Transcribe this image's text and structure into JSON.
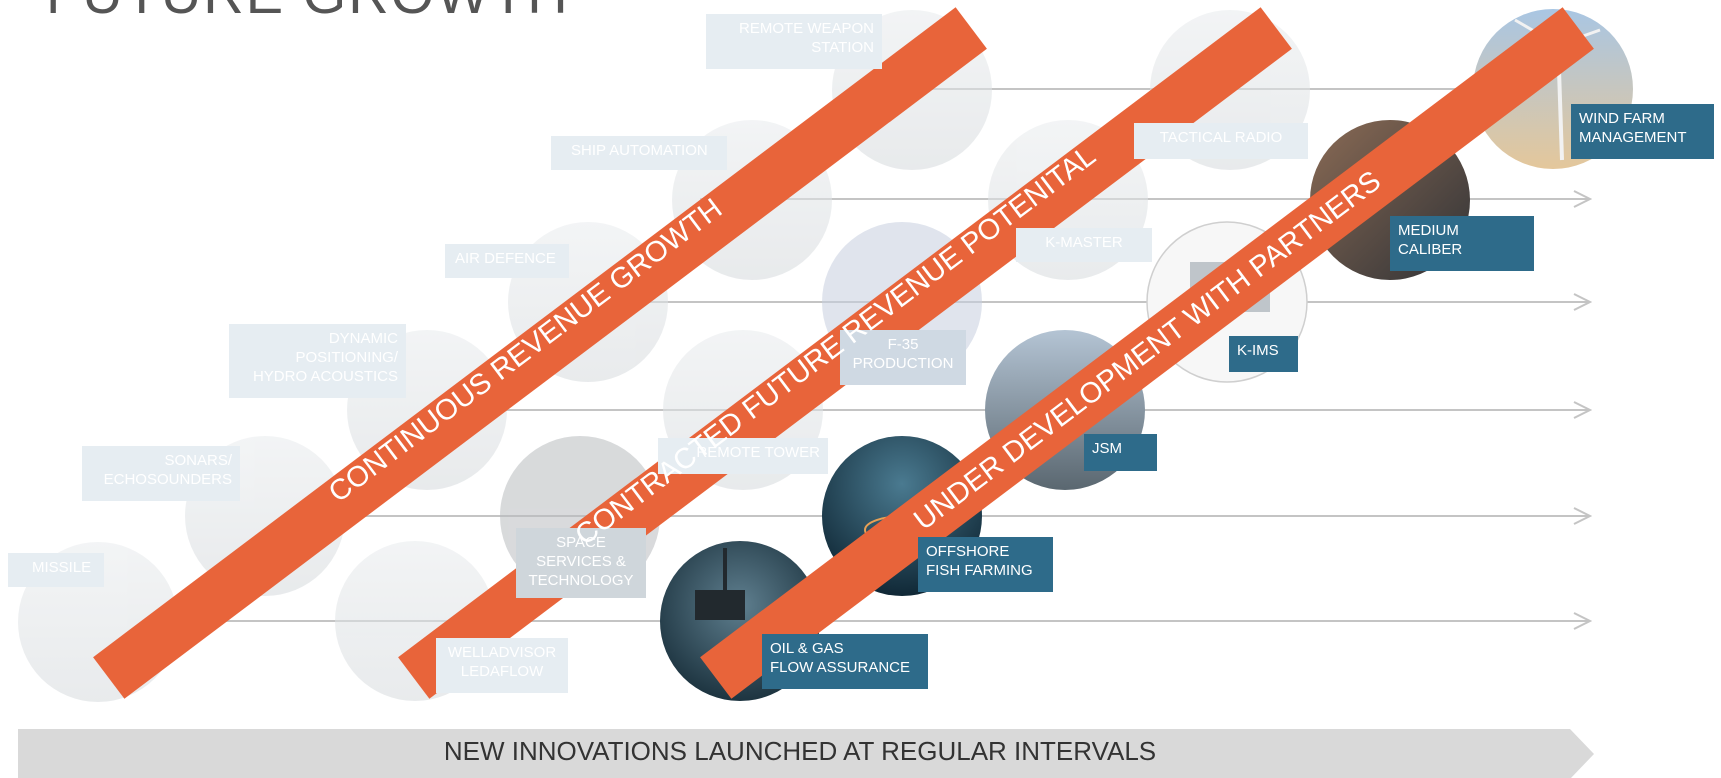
{
  "title": "FUTURE GROWTH",
  "bottom_banner": "NEW INNOVATIONS LAUNCHED AT REGULAR INTERVALS",
  "bands": [
    {
      "text": "CONTINUOUS REVENUE GROWTH"
    },
    {
      "text": "CONTRACTED FUTURE REVENUE POTENITAL"
    },
    {
      "text": "UNDER DEVELOPMENT WITH PARTNERS"
    }
  ],
  "faded_labels": [
    {
      "id": "remote-weapon-station",
      "lines": [
        "REMOTE WEAPON",
        "STATION"
      ]
    },
    {
      "id": "ship-automation",
      "lines": [
        "SHIP AUTOMATION"
      ]
    },
    {
      "id": "air-defence",
      "lines": [
        "AIR DEFENCE"
      ]
    },
    {
      "id": "dynamic-positioning",
      "lines": [
        "DYNAMIC",
        "POSITIONING/",
        "HYDRO ACOUSTICS"
      ]
    },
    {
      "id": "sonars",
      "lines": [
        "SONARS/",
        "ECHOSOUNDERS"
      ]
    },
    {
      "id": "missile",
      "lines": [
        "MISSILE"
      ]
    },
    {
      "id": "welladvisor",
      "lines": [
        "WELLADVISOR",
        "LEDAFLOW"
      ]
    },
    {
      "id": "space",
      "lines": [
        "SPACE",
        "SERVICES &",
        "TECHNOLOGY"
      ]
    },
    {
      "id": "remote-tower",
      "lines": [
        "REMOTE TOWER"
      ]
    },
    {
      "id": "f35",
      "lines": [
        "F-35",
        "PRODUCTION"
      ]
    },
    {
      "id": "k-master",
      "lines": [
        "K-MASTER"
      ]
    },
    {
      "id": "tactical-radio",
      "lines": [
        "TACTICAL RADIO"
      ]
    }
  ],
  "active_labels": [
    {
      "id": "wind-farm",
      "lines": [
        "WIND FARM",
        "MANAGEMENT"
      ]
    },
    {
      "id": "medium-caliber",
      "lines": [
        "MEDIUM",
        "CALIBER"
      ]
    },
    {
      "id": "k-ims",
      "lines": [
        "K-IMS"
      ]
    },
    {
      "id": "jsm",
      "lines": [
        "JSM"
      ]
    },
    {
      "id": "offshore-fish-farming",
      "lines": [
        "OFFSHORE",
        "FISH FARMING"
      ]
    },
    {
      "id": "oil-gas",
      "lines": [
        "OIL & GAS",
        "FLOW ASSURANCE"
      ]
    }
  ],
  "colors": {
    "band": "#e8643a",
    "active_label": "#2e6b8a",
    "faded_label": "#e6edf2",
    "arrow": "#c4c4c4",
    "banner": "#d9d9d9"
  }
}
